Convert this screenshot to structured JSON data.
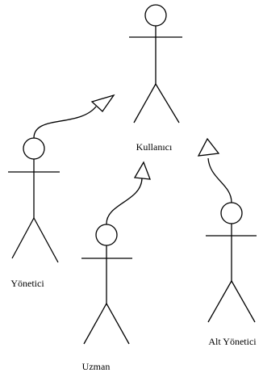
{
  "actors": [
    {
      "id": "kullanici",
      "label": "Kullanıcı"
    },
    {
      "id": "yonetici",
      "label": "Yönetici"
    },
    {
      "id": "uzman",
      "label": "Uzman"
    },
    {
      "id": "alt_yonetici",
      "label": "Alt Yönetici"
    }
  ],
  "relations": [
    {
      "from": "yonetici",
      "to": "kullanici",
      "type": "generalization"
    },
    {
      "from": "uzman",
      "to": "kullanici",
      "type": "generalization"
    },
    {
      "from": "alt_yonetici",
      "to": "kullanici",
      "type": "generalization"
    }
  ]
}
